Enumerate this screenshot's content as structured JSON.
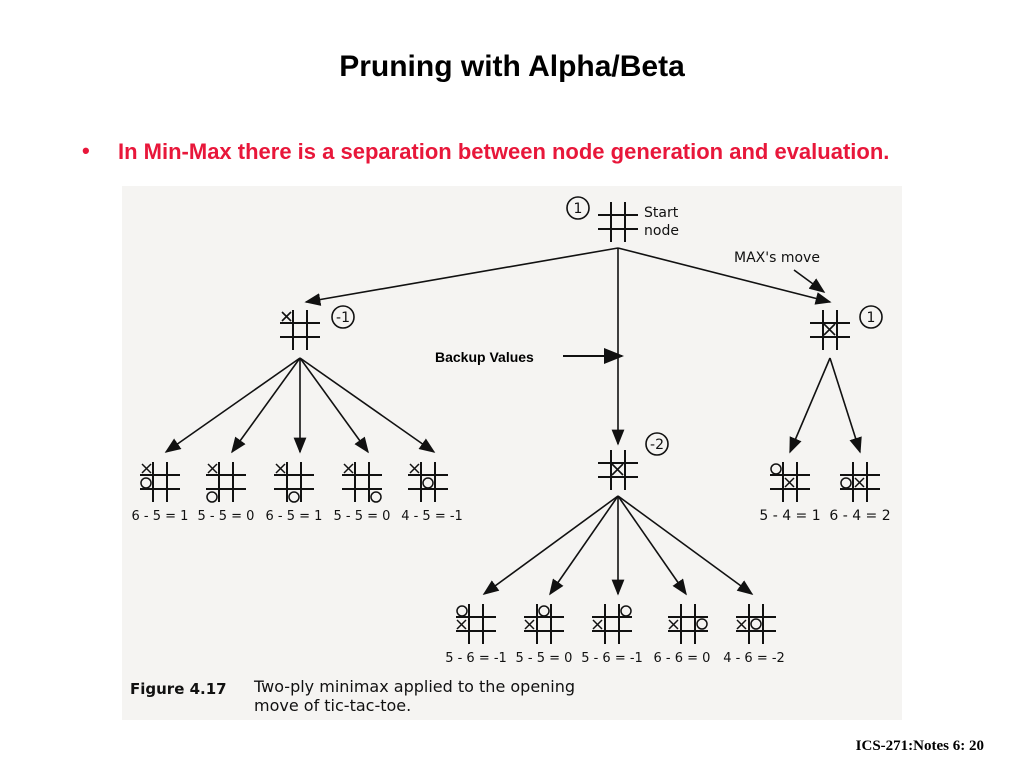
{
  "slide": {
    "title": "Pruning with Alpha/Beta",
    "bullet": "In Min-Max there is a separation between node generation and evaluation.",
    "footer": "ICS-271:Notes 6: 20"
  },
  "figure": {
    "root_value": "1",
    "start_label_line1": "Start",
    "start_label_line2": "node",
    "max_move_label": "MAX's move",
    "backup_label": "Backup Values",
    "left_value": "-1",
    "middle_value": "-2",
    "right_value": "1",
    "left_leaves": [
      "6 - 5 = 1",
      "5 - 5 = 0",
      "6 - 5 = 1",
      "5 - 5 = 0",
      "4 - 5 = -1"
    ],
    "right_leaves": [
      "5 - 4 = 1",
      "6 - 4 = 2"
    ],
    "middle_leaves": [
      "5 - 6 = -1",
      "5 - 5 = 0",
      "5 - 6 = -1",
      "6 - 6 = 0",
      "4 - 6 = -2"
    ],
    "caption_label": "Figure 4.17",
    "caption_line1": "Two-ply minimax applied to the opening",
    "caption_line2": "move of tic-tac-toe."
  },
  "colors": {
    "bullet": "#e8173a",
    "figure_bg": "#f5f4f2"
  }
}
